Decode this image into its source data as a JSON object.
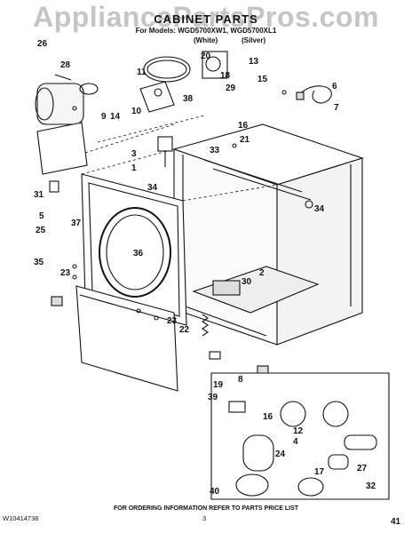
{
  "watermark": "AppliancePartsPros.com",
  "title": "CABINET PARTS",
  "models_line": "For Models: WGD5700XW1, WGD5700XL1",
  "variant_white": "(White)",
  "variant_silver": "(Silver)",
  "footer_id": "W10414738",
  "footer_page": "3",
  "footer_note": "FOR ORDERING INFORMATION REFER TO PARTS PRICE LIST",
  "callouts": [
    "1",
    "2",
    "3",
    "4",
    "5",
    "6",
    "7",
    "8",
    "9",
    "10",
    "11",
    "12",
    "13",
    "14",
    "15",
    "16",
    "16",
    "17",
    "18",
    "19",
    "20",
    "21",
    "22",
    "23",
    "23",
    "24",
    "25",
    "26",
    "27",
    "28",
    "29",
    "30",
    "31",
    "32",
    "33",
    "34",
    "34",
    "35",
    "36",
    "37",
    "38",
    "39",
    "40",
    "41"
  ]
}
